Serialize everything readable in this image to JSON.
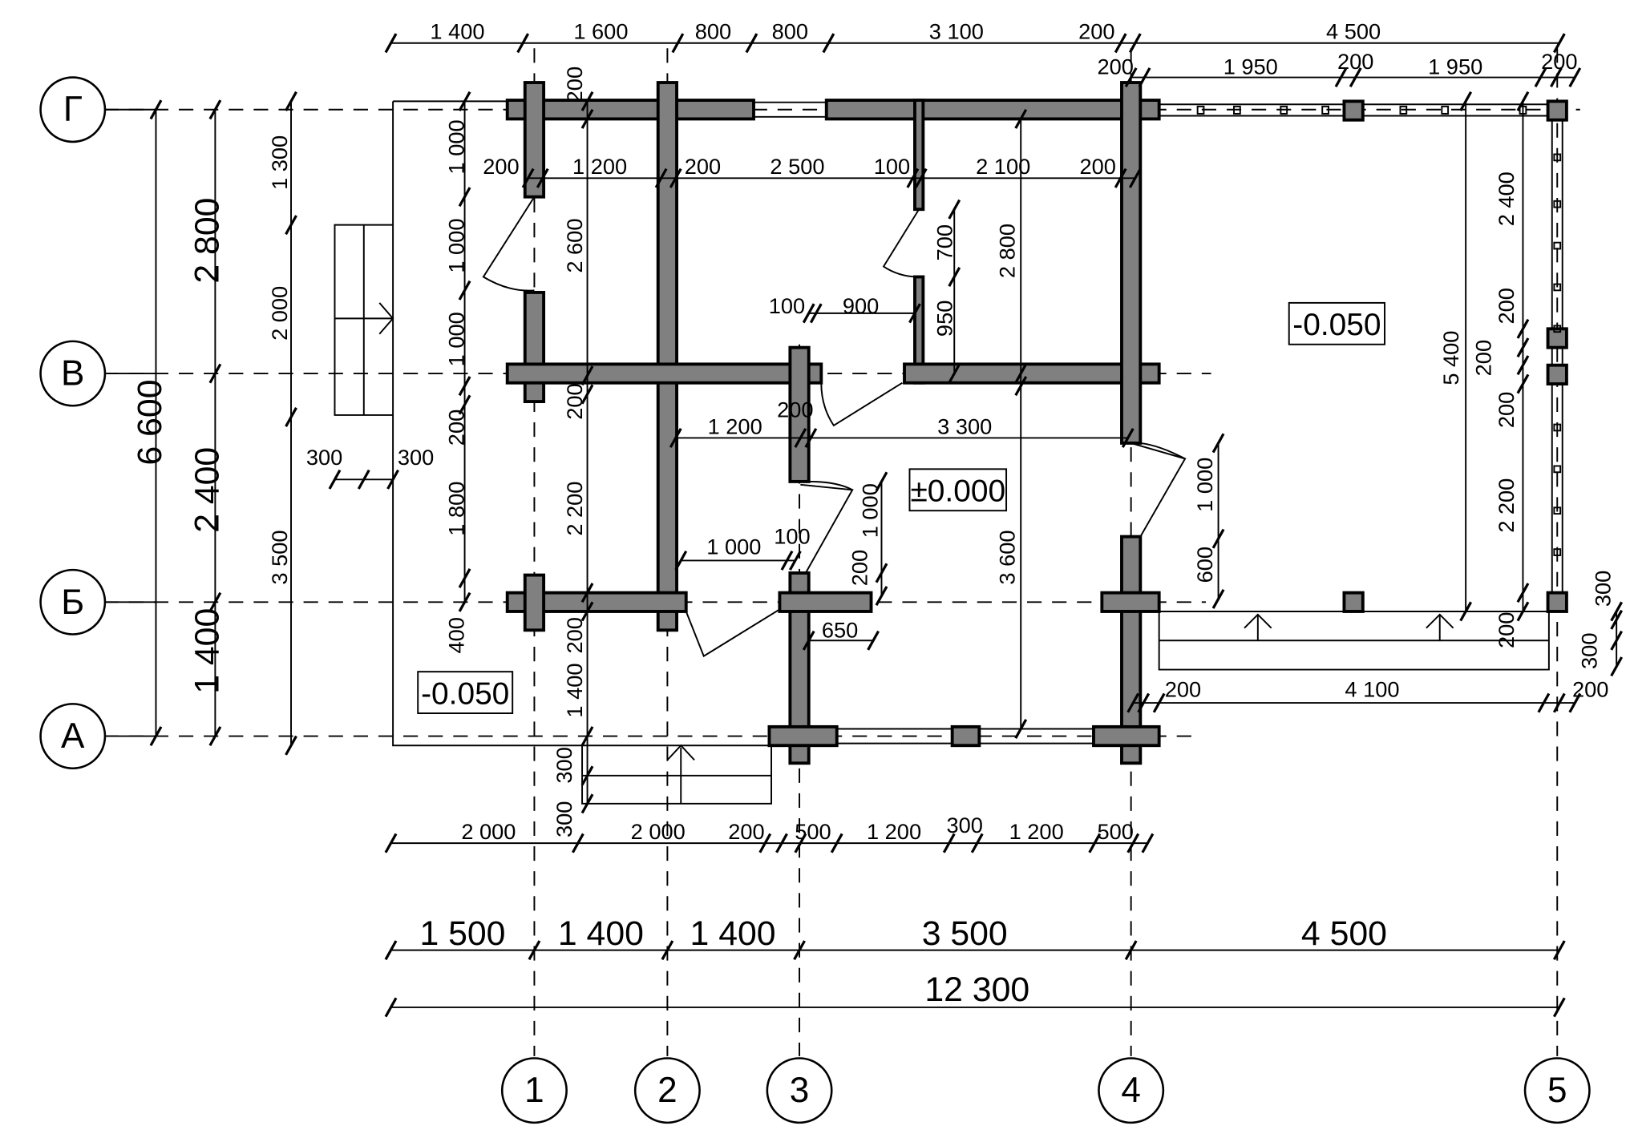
{
  "drawing": {
    "axes_rows": [
      "Г",
      "В",
      "Б",
      "А"
    ],
    "axes_cols": [
      "1",
      "2",
      "3",
      "4",
      "5"
    ],
    "levels": [
      "-0.050",
      "±0.000",
      "-0.050"
    ],
    "dims": [
      "1 400",
      "1 600",
      "800",
      "800",
      "3 100",
      "200",
      "4 500",
      "200",
      "1 950",
      "200",
      "1 950",
      "200",
      "200",
      "1 200",
      "200",
      "2 500",
      "100",
      "2 100",
      "200",
      "1 300",
      "2 000",
      "3 500",
      "2 800",
      "2 400",
      "1 400",
      "6 600",
      "1 000",
      "1 000",
      "1 000",
      "200",
      "1 800",
      "400",
      "200",
      "2 600",
      "200",
      "2 200",
      "200",
      "1 400",
      "300",
      "300",
      "700",
      "950",
      "2 800",
      "3 600",
      "1 000",
      "200",
      "1 000",
      "600",
      "100",
      "900",
      "200",
      "1 200",
      "3 300",
      "1 000",
      "100",
      "650",
      "2 400",
      "200",
      "5 400",
      "200",
      "200",
      "2 200",
      "200",
      "300",
      "300",
      "200",
      "4 100",
      "200",
      "2 000",
      "2 000",
      "200",
      "500",
      "1 200",
      "300",
      "1 200",
      "500",
      "1 500",
      "1 400",
      "1 400",
      "3 500",
      "4 500",
      "12 300",
      "300",
      "300"
    ],
    "colors": {
      "wall": "#808080",
      "line": "#000000"
    }
  }
}
